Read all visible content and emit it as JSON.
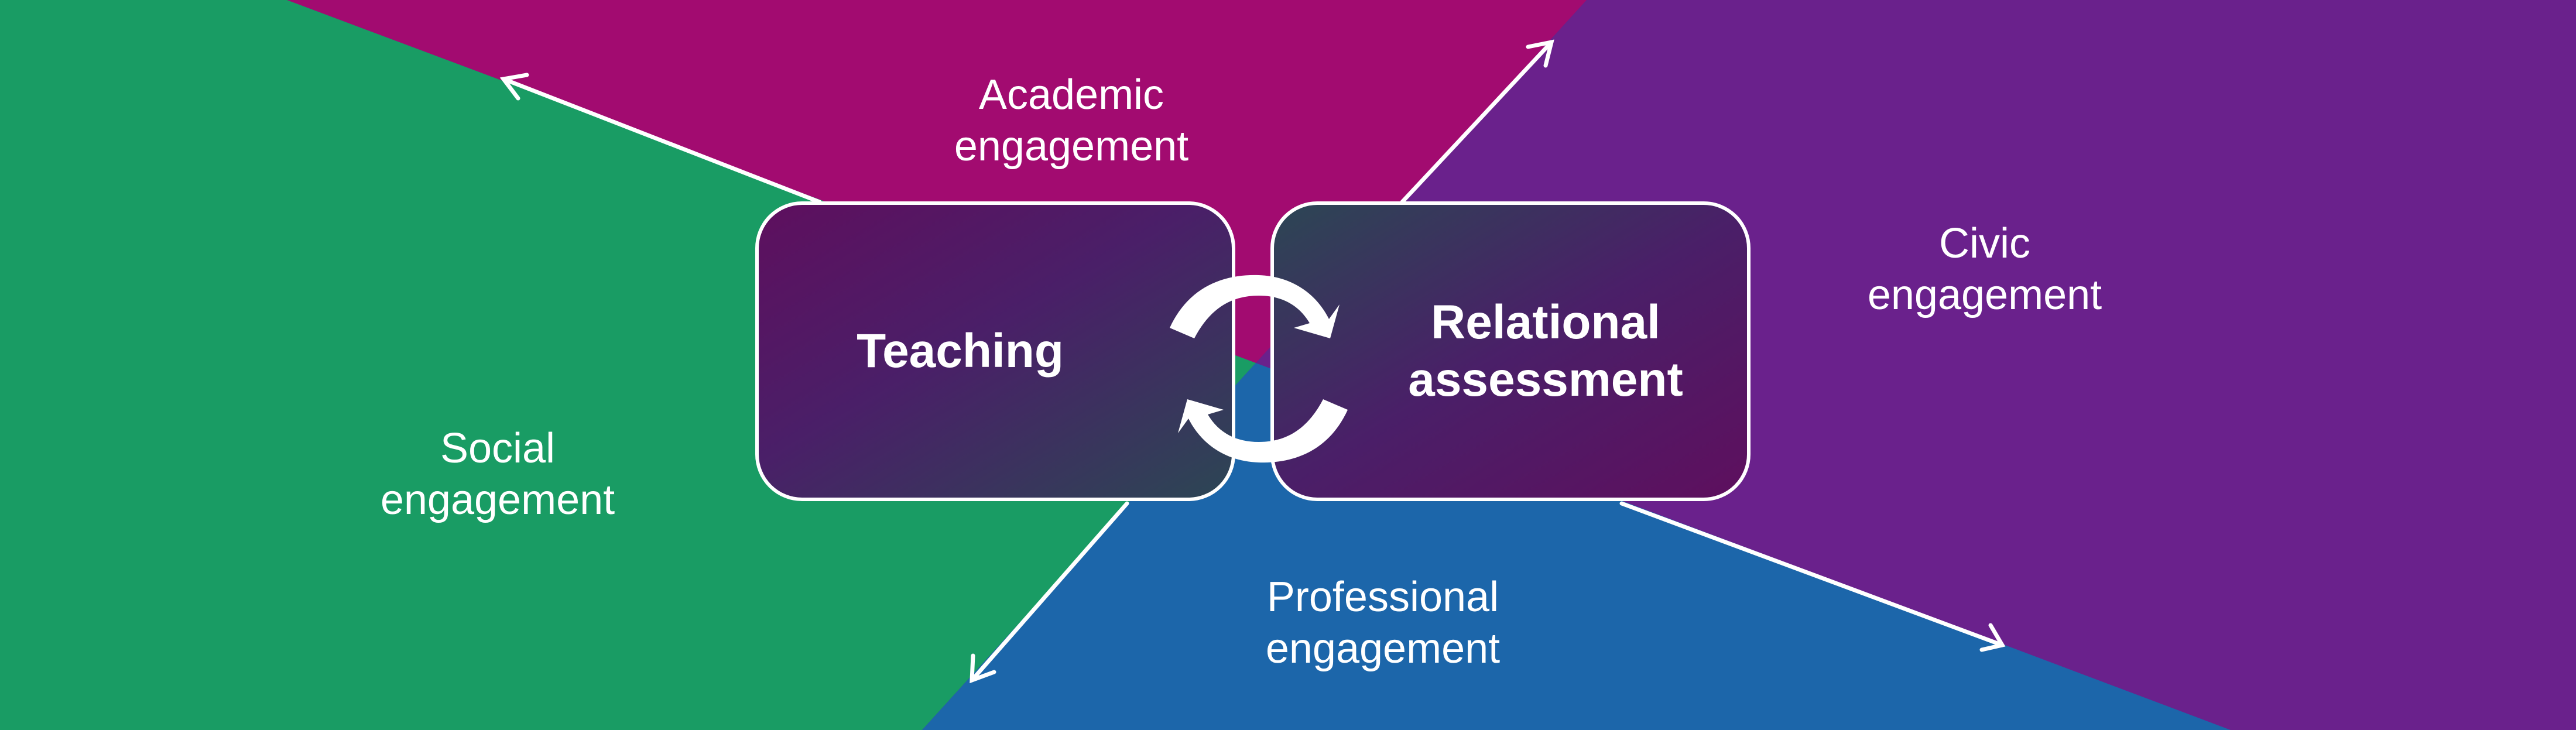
{
  "colors": {
    "academic": "#a20b70",
    "civic": "#6a218c",
    "professional": "#1c66aa",
    "social": "#199c64",
    "box_dark": "#4a1f68",
    "text": "#ffffff"
  },
  "regions": [
    {
      "name": "Academic engagement",
      "line1": "Academic",
      "line2": "engagement"
    },
    {
      "name": "Civic engagement",
      "line1": "Civic",
      "line2": "engagement"
    },
    {
      "name": "Professional engagement",
      "line1": "Professional",
      "line2": "engagement"
    },
    {
      "name": "Social engagement",
      "line1": "Social",
      "line2": "engagement"
    }
  ],
  "center": {
    "left_box": "Teaching",
    "right_box_line1": "Relational",
    "right_box_line2": "assessment",
    "cycle_icon": "refresh-cycle-icon"
  }
}
